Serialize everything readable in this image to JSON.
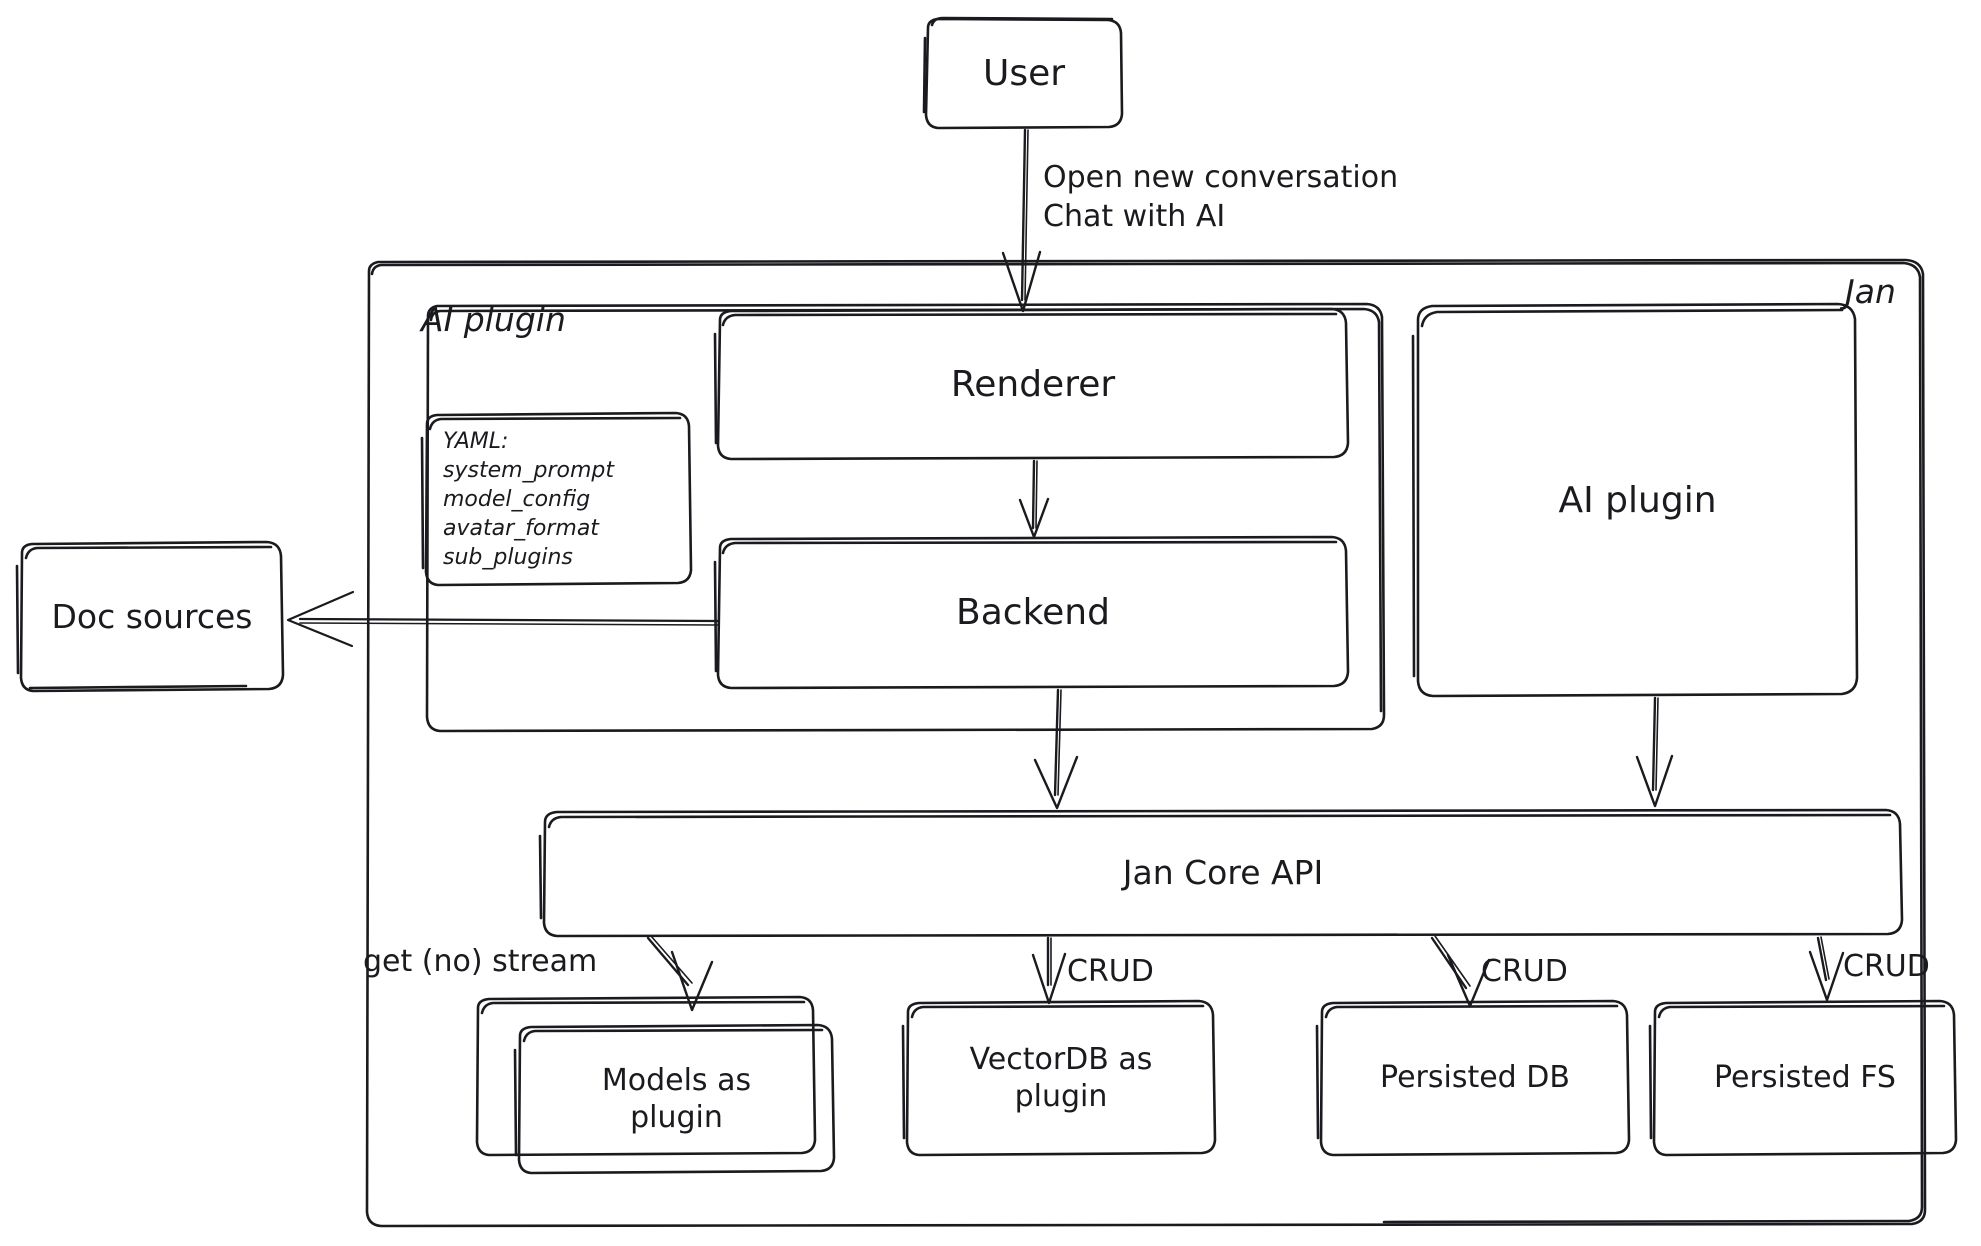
{
  "diagram": {
    "title": "Jan architecture",
    "style": "hand-drawn sketch",
    "stroke_color": "#1b1b1f",
    "background_color": "#ffffff"
  },
  "containers": {
    "jan": {
      "label": "Jan"
    },
    "ai_plugin_group": {
      "label": "AI plugin"
    }
  },
  "nodes": {
    "user": {
      "label": "User"
    },
    "renderer": {
      "label": "Renderer"
    },
    "backend": {
      "label": "Backend"
    },
    "yaml": {
      "title": "YAML:",
      "lines": "YAML:\nsystem_prompt\nmodel_config\navatar_format\nsub_plugins",
      "items": [
        "system_prompt",
        "model_config",
        "avatar_format",
        "sub_plugins"
      ]
    },
    "doc_sources": {
      "label": "Doc sources"
    },
    "ai_plugin_right": {
      "label": "AI plugin"
    },
    "jan_core_api": {
      "label": "Jan Core API"
    },
    "models_plugin": {
      "label": "Models as\nplugin"
    },
    "vectordb_plugin": {
      "label": "VectorDB as\nplugin"
    },
    "persisted_db": {
      "label": "Persisted DB"
    },
    "persisted_fs": {
      "label": "Persisted FS"
    }
  },
  "edges": {
    "user_to_renderer": {
      "label": "Open new conversation\nChat with AI"
    },
    "renderer_to_backend": {
      "label": ""
    },
    "backend_to_doc_sources": {
      "label": ""
    },
    "backend_to_core": {
      "label": ""
    },
    "ai_plugin_to_core": {
      "label": ""
    },
    "core_to_models": {
      "label": "get (no) stream"
    },
    "core_to_vectordb": {
      "label": "CRUD"
    },
    "core_to_db": {
      "label": "CRUD"
    },
    "core_to_fs": {
      "label": "CRUD"
    }
  }
}
